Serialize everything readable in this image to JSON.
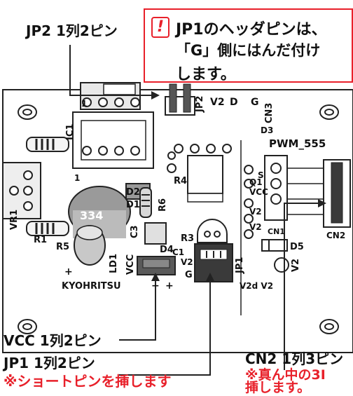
{
  "callout": {
    "line1": "JP1のヘッダピンは、",
    "line2": "「G」側にはんだ付け",
    "line3": "します。",
    "accent": "#e8202a"
  },
  "labels": {
    "jp2": "JP2 1列2ピン",
    "vcc": "VCC 1列2ピン",
    "jp1": "JP1 1列2ピン",
    "jp1_note": "※ショートピンを挿します",
    "cn2": "CN2 1列3ピン",
    "cn2_note1": "※真ん中の3I",
    "cn2_note2": "挿します。"
  },
  "board": {
    "silk": {
      "ic1": "IC1",
      "jp2": "JP2",
      "v2_top": "V2",
      "d_top": "D",
      "g_top": "G",
      "cn3": "CN3",
      "d3": "D3",
      "pwm": "PWM_555",
      "r4": "R4",
      "q1": "Q1",
      "s": "S",
      "vcc_side": "VCC",
      "d2": "D2",
      "d1": "D1",
      "r6": "R6",
      "r3": "R3",
      "v2_mid": "V2",
      "v2_low": "V2",
      "cn1": "CN1",
      "d5": "D5",
      "cn2": "CN2",
      "vr1": "VR1",
      "r1": "R1",
      "r5": "R5",
      "c3": "C3",
      "d4": "D4",
      "c1": "C1",
      "v2_jp": "V2",
      "g_jp": "G",
      "jp1": "JP1",
      "vcc_bottom": "VCC",
      "ld1": "LD1",
      "v2_right": "V2",
      "v2_bottom": "V2d V2",
      "company": "KYOHRITSU",
      "plus": "+",
      "minus": "−",
      "plus2": "+",
      "cap_value": "334",
      "one": "1",
      "one_b": "1"
    }
  }
}
